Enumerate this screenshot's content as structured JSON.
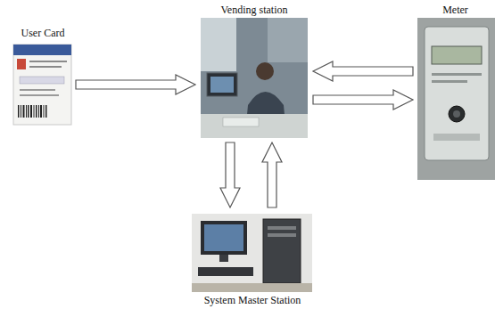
{
  "diagram": {
    "nodes": [
      {
        "text": [
          "User Card"
        ]
      },
      {
        "text": [
          "Vending station"
        ]
      },
      {
        "text": [
          "Meter"
        ]
      },
      {
        "text": [
          "System Master Station"
        ]
      }
    ],
    "edges": [
      {
        "from": 0,
        "to": 1,
        "arrow": "to"
      },
      {
        "from": 2,
        "to": 1,
        "arrow": "to"
      },
      {
        "from": 1,
        "to": 2,
        "arrow": "to"
      },
      {
        "from": 1,
        "to": 3,
        "arrow": "to"
      },
      {
        "from": 3,
        "to": 1,
        "arrow": "to"
      }
    ]
  }
}
